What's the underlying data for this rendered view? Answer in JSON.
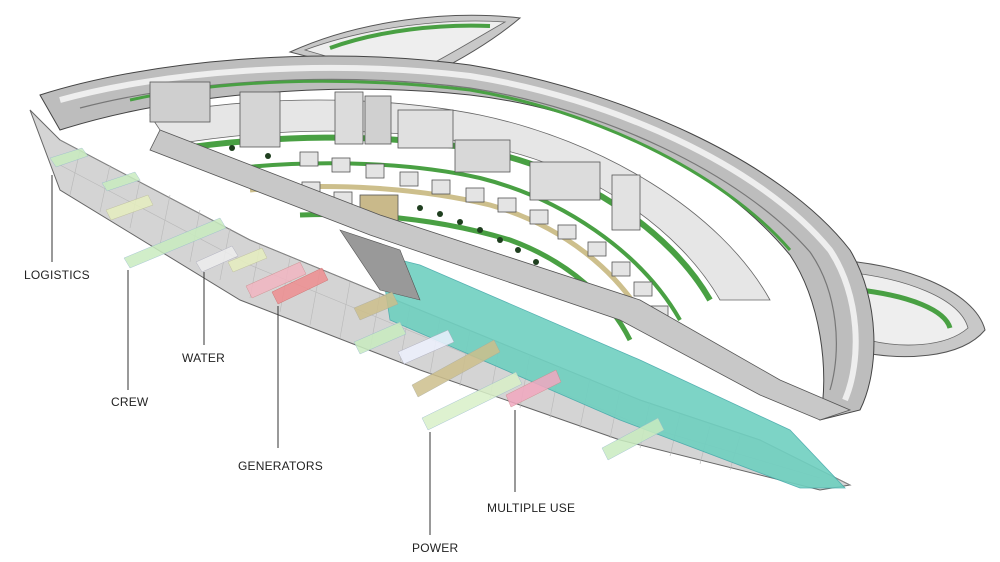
{
  "labels": {
    "logistics": "LOGISTICS",
    "crew": "CREW",
    "water": "WATER",
    "generators": "GENERATORS",
    "power": "POWER",
    "multiple_use": "MULTIPLE USE"
  },
  "colors": {
    "logistics": "#c9ecc0",
    "crew": "#e6efbf",
    "water": "#eef2ff",
    "generators": "#ef8e90",
    "power": "#d9f0c8",
    "multiple_use": "#f2a8c0",
    "tan": "#cdbf8c",
    "water_channel": "#6fd0c0",
    "greenery": "#49a043",
    "hull": "#d8d8d8"
  }
}
